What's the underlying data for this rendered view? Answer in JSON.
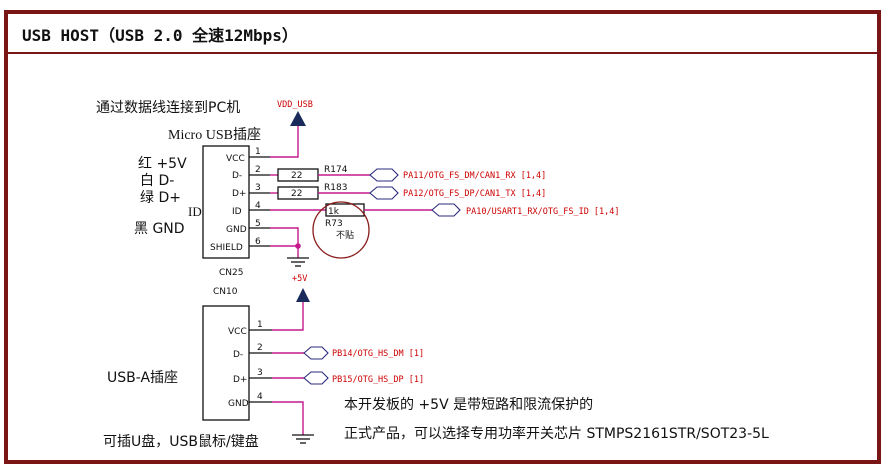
{
  "title": "USB HOST（USB 2.0 全速12Mbps）",
  "connector_top": {
    "ref": "CN25",
    "note_pc": "通过数据线连接到PC机",
    "type_label": "Micro USB插座",
    "wire_red": "红 +5V",
    "wire_white": "白 D-",
    "wire_green": "绿 D+",
    "wire_id": "ID",
    "wire_black": "黑 GND",
    "pins": [
      {
        "num": "1",
        "name": "VCC"
      },
      {
        "num": "2",
        "name": "D-"
      },
      {
        "num": "3",
        "name": "D+"
      },
      {
        "num": "4",
        "name": "ID"
      },
      {
        "num": "5",
        "name": "GND"
      },
      {
        "num": "6",
        "name": "SHIELD"
      }
    ],
    "power_label": "VDD_USB",
    "r174": {
      "ref": "R174",
      "value": "22"
    },
    "r183": {
      "ref": "R183",
      "value": "22"
    },
    "r73": {
      "ref": "R73",
      "value": "1k",
      "note": "不贴"
    },
    "net_dm": "PA11/OTG_FS_DM/CAN1_RX [1,4]",
    "net_dp": "PA12/OTG_FS_DP/CAN1_TX [1,4]",
    "net_id": "PA10/USART1_RX/OTG_FS_ID [1,4]"
  },
  "connector_bottom": {
    "ref": "CN10",
    "type_label": "USB-A插座",
    "usage_label": "可插U盘，USB鼠标/键盘",
    "pins": [
      {
        "num": "1",
        "name": "VCC"
      },
      {
        "num": "2",
        "name": "D-"
      },
      {
        "num": "3",
        "name": "D+"
      },
      {
        "num": "4",
        "name": "GND"
      }
    ],
    "power_label": "+5V",
    "net_dm": "PB14/OTG_HS_DM  [1]",
    "net_dp": "PB15/OTG_HS_DP  [1]"
  },
  "notes": [
    "本开发板的 +5V 是带短路和限流保护的",
    "正式产品，可以选择专用功率开关芯片 STMPS2161STR/SOT23-5L"
  ]
}
